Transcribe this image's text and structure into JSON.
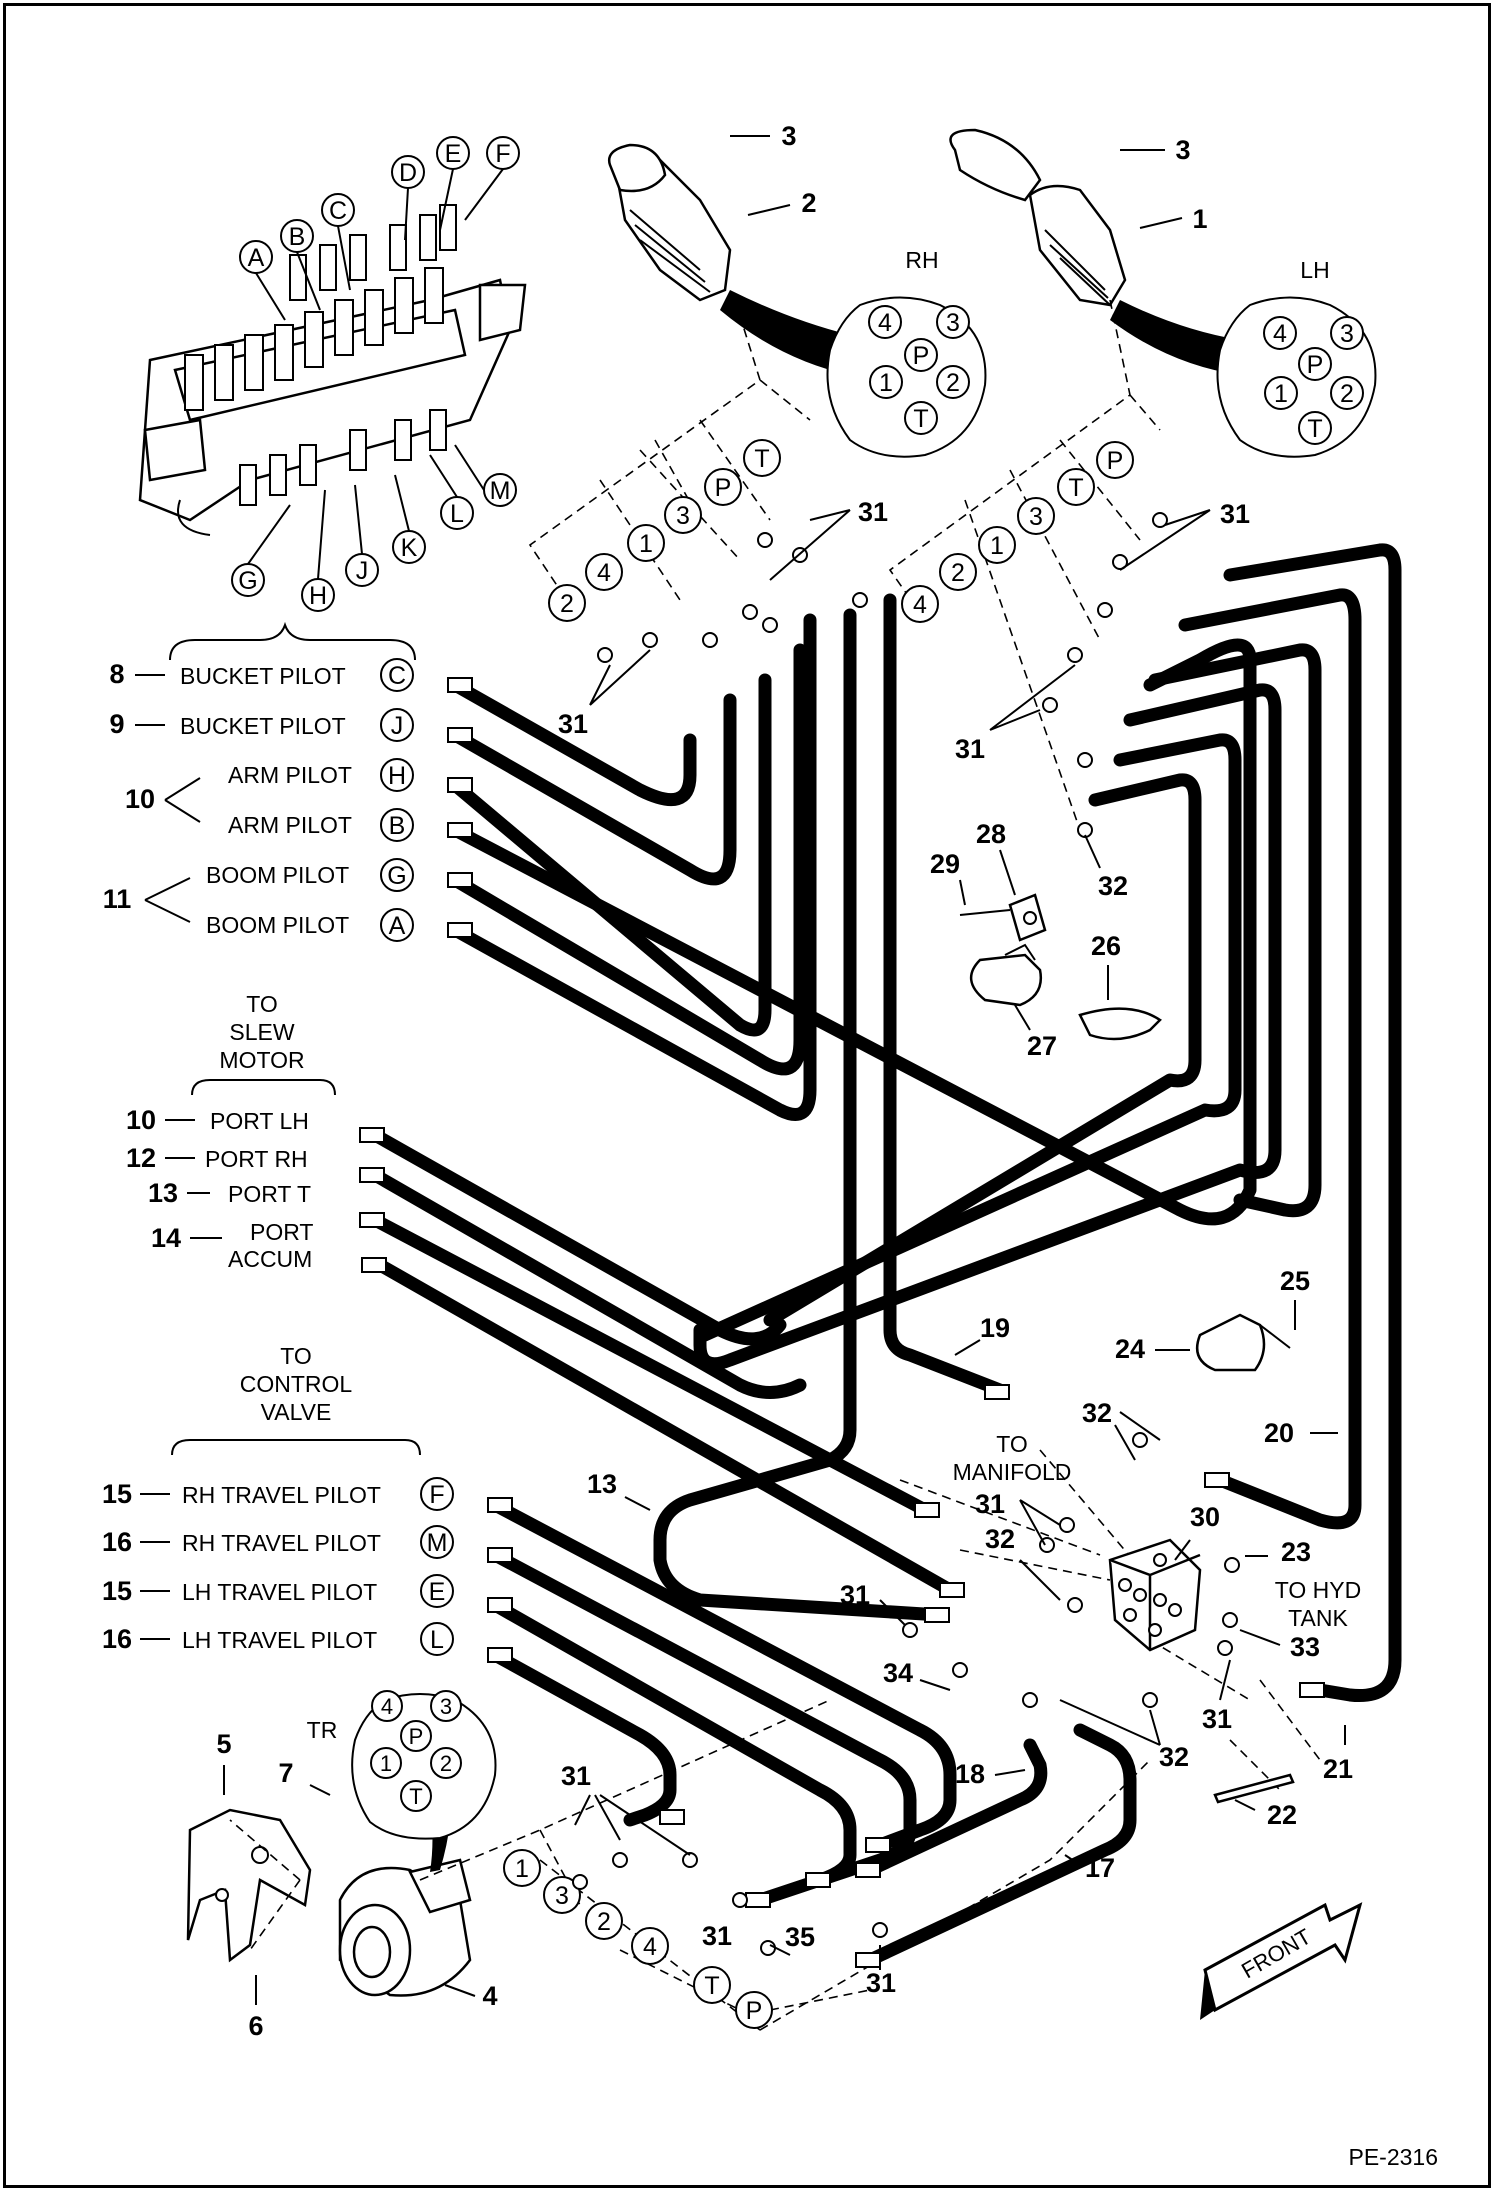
{
  "figure_id": "PE-2316",
  "hand_labels": {
    "rh": "RH",
    "lh": "LH",
    "tr": "TR"
  },
  "port_letters": [
    "A",
    "B",
    "C",
    "D",
    "E",
    "F",
    "G",
    "H",
    "J",
    "K",
    "L",
    "M"
  ],
  "pilot_port_symbols": [
    "1",
    "2",
    "3",
    "4",
    "P",
    "T"
  ],
  "hose_labels": {
    "bucket_pilot_c": {
      "callout": "8",
      "text": "BUCKET PILOT",
      "port": "C"
    },
    "bucket_pilot_j": {
      "callout": "9",
      "text": "BUCKET PILOT",
      "port": "J"
    },
    "arm_pilot_h": {
      "text": "ARM PILOT",
      "port": "H"
    },
    "arm_pilot_b": {
      "text": "ARM PILOT",
      "port": "B"
    },
    "arm_callout": "10",
    "boom_pilot_g": {
      "text": "BOOM PILOT",
      "port": "G"
    },
    "boom_pilot_a": {
      "text": "BOOM PILOT",
      "port": "A"
    },
    "boom_callout": "11"
  },
  "slew_motor": {
    "heading": [
      "TO",
      "SLEW",
      "MOTOR"
    ],
    "ports": [
      {
        "callout": "10",
        "text": "PORT LH"
      },
      {
        "callout": "12",
        "text": "PORT RH"
      },
      {
        "callout": "13",
        "text": "PORT T"
      },
      {
        "callout": "14",
        "text": "PORT",
        "text2": "ACCUM"
      }
    ]
  },
  "control_valve": {
    "heading": [
      "TO",
      "CONTROL",
      "VALVE"
    ],
    "travel": [
      {
        "callout": "15",
        "text": "RH TRAVEL PILOT",
        "port": "F"
      },
      {
        "callout": "16",
        "text": "RH TRAVEL PILOT",
        "port": "M"
      },
      {
        "callout": "15",
        "text": "LH TRAVEL PILOT",
        "port": "E"
      },
      {
        "callout": "16",
        "text": "LH TRAVEL PILOT",
        "port": "L"
      }
    ]
  },
  "notes": {
    "to_manifold": [
      "TO",
      "MANIFOLD"
    ],
    "to_hyd_tank": [
      "TO HYD",
      "TANK"
    ],
    "front": "FRONT"
  },
  "callouts": [
    "1",
    "2",
    "3",
    "4",
    "5",
    "6",
    "7",
    "13",
    "17",
    "18",
    "19",
    "20",
    "21",
    "22",
    "23",
    "24",
    "25",
    "26",
    "27",
    "28",
    "29",
    "30",
    "31",
    "32",
    "33",
    "34",
    "35"
  ]
}
